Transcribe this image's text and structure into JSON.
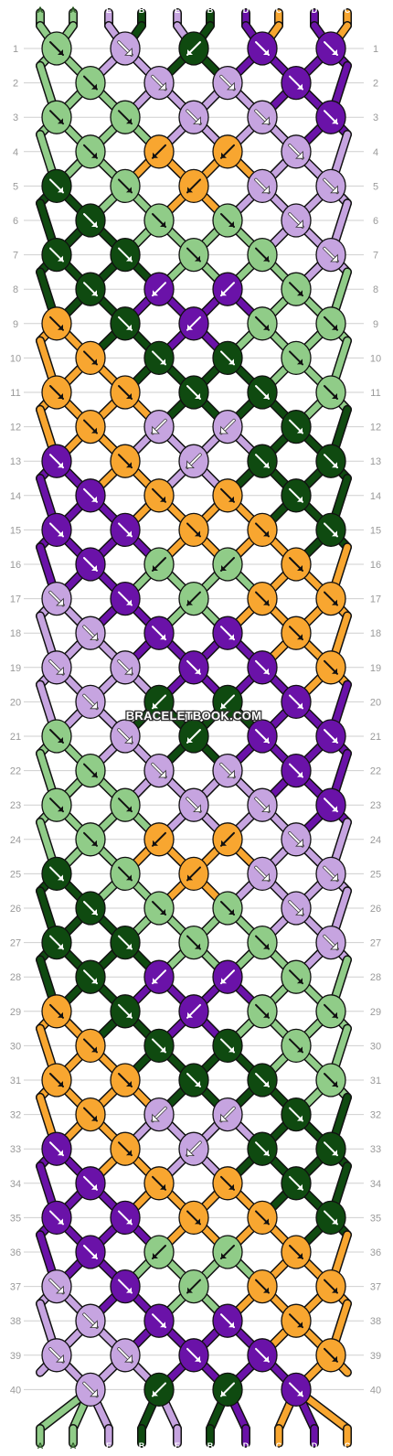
{
  "pattern": {
    "colors": {
      "A": "#90cc88",
      "B": "#0f4a10",
      "C": "#f8a630",
      "D": "#6a12a8",
      "E": "#c6a4e0"
    },
    "label_text_colors": {
      "A": "#2a5a22",
      "B": "#ffffff",
      "C": "#ffffff",
      "D": "#ffffff",
      "E": "#ffffff"
    },
    "start_strands": [
      "A",
      "A",
      "E",
      "B",
      "E",
      "B",
      "D",
      "C",
      "D",
      "C"
    ],
    "end_strands": [
      "A",
      "A",
      "E",
      "B",
      "E",
      "B",
      "D",
      "C",
      "D",
      "C"
    ],
    "row_count": 40,
    "odd_row_knot_count": 5,
    "even_row_knot_count": 4,
    "knots": [
      [
        {
          "color": "A",
          "dir": "↘"
        },
        {
          "color": "E",
          "dir": "↘"
        },
        {
          "color": "B",
          "dir": "↙"
        },
        {
          "color": "D",
          "dir": "↘"
        },
        {
          "color": "D",
          "dir": "↘"
        }
      ],
      [
        {
          "color": "A",
          "dir": "↘"
        },
        {
          "color": "E",
          "dir": "↘"
        },
        {
          "color": "E",
          "dir": "↘"
        },
        {
          "color": "D",
          "dir": "↘"
        }
      ],
      [
        {
          "color": "A",
          "dir": "↘"
        },
        {
          "color": "A",
          "dir": "↘"
        },
        {
          "color": "E",
          "dir": "↘"
        },
        {
          "color": "E",
          "dir": "↘"
        },
        {
          "color": "D",
          "dir": "↘"
        }
      ],
      [
        {
          "color": "A",
          "dir": "↘"
        },
        {
          "color": "C",
          "dir": "↙"
        },
        {
          "color": "C",
          "dir": "↙"
        },
        {
          "color": "E",
          "dir": "↘"
        }
      ],
      [
        {
          "color": "B",
          "dir": "↘"
        },
        {
          "color": "A",
          "dir": "↘"
        },
        {
          "color": "C",
          "dir": "↙"
        },
        {
          "color": "E",
          "dir": "↘"
        },
        {
          "color": "E",
          "dir": "↘"
        }
      ],
      [
        {
          "color": "B",
          "dir": "↘"
        },
        {
          "color": "A",
          "dir": "↘"
        },
        {
          "color": "A",
          "dir": "↘"
        },
        {
          "color": "E",
          "dir": "↘"
        }
      ],
      [
        {
          "color": "B",
          "dir": "↘"
        },
        {
          "color": "B",
          "dir": "↘"
        },
        {
          "color": "A",
          "dir": "↘"
        },
        {
          "color": "A",
          "dir": "↘"
        },
        {
          "color": "E",
          "dir": "↘"
        }
      ],
      [
        {
          "color": "B",
          "dir": "↘"
        },
        {
          "color": "D",
          "dir": "↙"
        },
        {
          "color": "D",
          "dir": "↙"
        },
        {
          "color": "A",
          "dir": "↘"
        }
      ],
      [
        {
          "color": "C",
          "dir": "↘"
        },
        {
          "color": "B",
          "dir": "↘"
        },
        {
          "color": "D",
          "dir": "↙"
        },
        {
          "color": "A",
          "dir": "↘"
        },
        {
          "color": "A",
          "dir": "↘"
        }
      ],
      [
        {
          "color": "C",
          "dir": "↘"
        },
        {
          "color": "B",
          "dir": "↘"
        },
        {
          "color": "B",
          "dir": "↘"
        },
        {
          "color": "A",
          "dir": "↘"
        }
      ],
      [
        {
          "color": "C",
          "dir": "↘"
        },
        {
          "color": "C",
          "dir": "↘"
        },
        {
          "color": "B",
          "dir": "↘"
        },
        {
          "color": "B",
          "dir": "↘"
        },
        {
          "color": "A",
          "dir": "↘"
        }
      ],
      [
        {
          "color": "C",
          "dir": "↘"
        },
        {
          "color": "E",
          "dir": "↙"
        },
        {
          "color": "E",
          "dir": "↙"
        },
        {
          "color": "B",
          "dir": "↘"
        }
      ],
      [
        {
          "color": "D",
          "dir": "↘"
        },
        {
          "color": "C",
          "dir": "↘"
        },
        {
          "color": "E",
          "dir": "↙"
        },
        {
          "color": "B",
          "dir": "↘"
        },
        {
          "color": "B",
          "dir": "↘"
        }
      ],
      [
        {
          "color": "D",
          "dir": "↘"
        },
        {
          "color": "C",
          "dir": "↘"
        },
        {
          "color": "C",
          "dir": "↘"
        },
        {
          "color": "B",
          "dir": "↘"
        }
      ],
      [
        {
          "color": "D",
          "dir": "↘"
        },
        {
          "color": "D",
          "dir": "↘"
        },
        {
          "color": "C",
          "dir": "↘"
        },
        {
          "color": "C",
          "dir": "↘"
        },
        {
          "color": "B",
          "dir": "↘"
        }
      ],
      [
        {
          "color": "D",
          "dir": "↘"
        },
        {
          "color": "A",
          "dir": "↙"
        },
        {
          "color": "A",
          "dir": "↙"
        },
        {
          "color": "C",
          "dir": "↘"
        }
      ],
      [
        {
          "color": "E",
          "dir": "↘"
        },
        {
          "color": "D",
          "dir": "↘"
        },
        {
          "color": "A",
          "dir": "↙"
        },
        {
          "color": "C",
          "dir": "↘"
        },
        {
          "color": "C",
          "dir": "↘"
        }
      ],
      [
        {
          "color": "E",
          "dir": "↘"
        },
        {
          "color": "D",
          "dir": "↘"
        },
        {
          "color": "D",
          "dir": "↘"
        },
        {
          "color": "C",
          "dir": "↘"
        }
      ],
      [
        {
          "color": "E",
          "dir": "↘"
        },
        {
          "color": "E",
          "dir": "↘"
        },
        {
          "color": "D",
          "dir": "↘"
        },
        {
          "color": "D",
          "dir": "↘"
        },
        {
          "color": "C",
          "dir": "↘"
        }
      ],
      [
        {
          "color": "E",
          "dir": "↘"
        },
        {
          "color": "B",
          "dir": "↙"
        },
        {
          "color": "B",
          "dir": "↙"
        },
        {
          "color": "D",
          "dir": "↘"
        }
      ],
      [
        {
          "color": "A",
          "dir": "↘"
        },
        {
          "color": "E",
          "dir": "↘"
        },
        {
          "color": "B",
          "dir": "↙"
        },
        {
          "color": "D",
          "dir": "↘"
        },
        {
          "color": "D",
          "dir": "↘"
        }
      ],
      [
        {
          "color": "A",
          "dir": "↘"
        },
        {
          "color": "E",
          "dir": "↘"
        },
        {
          "color": "E",
          "dir": "↘"
        },
        {
          "color": "D",
          "dir": "↘"
        }
      ],
      [
        {
          "color": "A",
          "dir": "↘"
        },
        {
          "color": "A",
          "dir": "↘"
        },
        {
          "color": "E",
          "dir": "↘"
        },
        {
          "color": "E",
          "dir": "↘"
        },
        {
          "color": "D",
          "dir": "↘"
        }
      ],
      [
        {
          "color": "A",
          "dir": "↘"
        },
        {
          "color": "C",
          "dir": "↙"
        },
        {
          "color": "C",
          "dir": "↙"
        },
        {
          "color": "E",
          "dir": "↘"
        }
      ],
      [
        {
          "color": "B",
          "dir": "↘"
        },
        {
          "color": "A",
          "dir": "↘"
        },
        {
          "color": "C",
          "dir": "↙"
        },
        {
          "color": "E",
          "dir": "↘"
        },
        {
          "color": "E",
          "dir": "↘"
        }
      ],
      [
        {
          "color": "B",
          "dir": "↘"
        },
        {
          "color": "A",
          "dir": "↘"
        },
        {
          "color": "A",
          "dir": "↘"
        },
        {
          "color": "E",
          "dir": "↘"
        }
      ],
      [
        {
          "color": "B",
          "dir": "↘"
        },
        {
          "color": "B",
          "dir": "↘"
        },
        {
          "color": "A",
          "dir": "↘"
        },
        {
          "color": "A",
          "dir": "↘"
        },
        {
          "color": "E",
          "dir": "↘"
        }
      ],
      [
        {
          "color": "B",
          "dir": "↘"
        },
        {
          "color": "D",
          "dir": "↙"
        },
        {
          "color": "D",
          "dir": "↙"
        },
        {
          "color": "A",
          "dir": "↘"
        }
      ],
      [
        {
          "color": "C",
          "dir": "↘"
        },
        {
          "color": "B",
          "dir": "↘"
        },
        {
          "color": "D",
          "dir": "↙"
        },
        {
          "color": "A",
          "dir": "↘"
        },
        {
          "color": "A",
          "dir": "↘"
        }
      ],
      [
        {
          "color": "C",
          "dir": "↘"
        },
        {
          "color": "B",
          "dir": "↘"
        },
        {
          "color": "B",
          "dir": "↘"
        },
        {
          "color": "A",
          "dir": "↘"
        }
      ],
      [
        {
          "color": "C",
          "dir": "↘"
        },
        {
          "color": "C",
          "dir": "↘"
        },
        {
          "color": "B",
          "dir": "↘"
        },
        {
          "color": "B",
          "dir": "↘"
        },
        {
          "color": "A",
          "dir": "↘"
        }
      ],
      [
        {
          "color": "C",
          "dir": "↘"
        },
        {
          "color": "E",
          "dir": "↙"
        },
        {
          "color": "E",
          "dir": "↙"
        },
        {
          "color": "B",
          "dir": "↘"
        }
      ],
      [
        {
          "color": "D",
          "dir": "↘"
        },
        {
          "color": "C",
          "dir": "↘"
        },
        {
          "color": "E",
          "dir": "↙"
        },
        {
          "color": "B",
          "dir": "↘"
        },
        {
          "color": "B",
          "dir": "↘"
        }
      ],
      [
        {
          "color": "D",
          "dir": "↘"
        },
        {
          "color": "C",
          "dir": "↘"
        },
        {
          "color": "C",
          "dir": "↘"
        },
        {
          "color": "B",
          "dir": "↘"
        }
      ],
      [
        {
          "color": "D",
          "dir": "↘"
        },
        {
          "color": "D",
          "dir": "↘"
        },
        {
          "color": "C",
          "dir": "↘"
        },
        {
          "color": "C",
          "dir": "↘"
        },
        {
          "color": "B",
          "dir": "↘"
        }
      ],
      [
        {
          "color": "D",
          "dir": "↘"
        },
        {
          "color": "A",
          "dir": "↙"
        },
        {
          "color": "A",
          "dir": "↙"
        },
        {
          "color": "C",
          "dir": "↘"
        }
      ],
      [
        {
          "color": "E",
          "dir": "↘"
        },
        {
          "color": "D",
          "dir": "↘"
        },
        {
          "color": "A",
          "dir": "↙"
        },
        {
          "color": "C",
          "dir": "↘"
        },
        {
          "color": "C",
          "dir": "↘"
        }
      ],
      [
        {
          "color": "E",
          "dir": "↘"
        },
        {
          "color": "D",
          "dir": "↘"
        },
        {
          "color": "D",
          "dir": "↘"
        },
        {
          "color": "C",
          "dir": "↘"
        }
      ],
      [
        {
          "color": "E",
          "dir": "↘"
        },
        {
          "color": "E",
          "dir": "↘"
        },
        {
          "color": "D",
          "dir": "↘"
        },
        {
          "color": "D",
          "dir": "↘"
        },
        {
          "color": "C",
          "dir": "↘"
        }
      ],
      [
        {
          "color": "E",
          "dir": "↘"
        },
        {
          "color": "B",
          "dir": "↙"
        },
        {
          "color": "B",
          "dir": "↙"
        },
        {
          "color": "D",
          "dir": "↘"
        }
      ]
    ]
  },
  "watermark": "BRACELETBOOK.COM"
}
